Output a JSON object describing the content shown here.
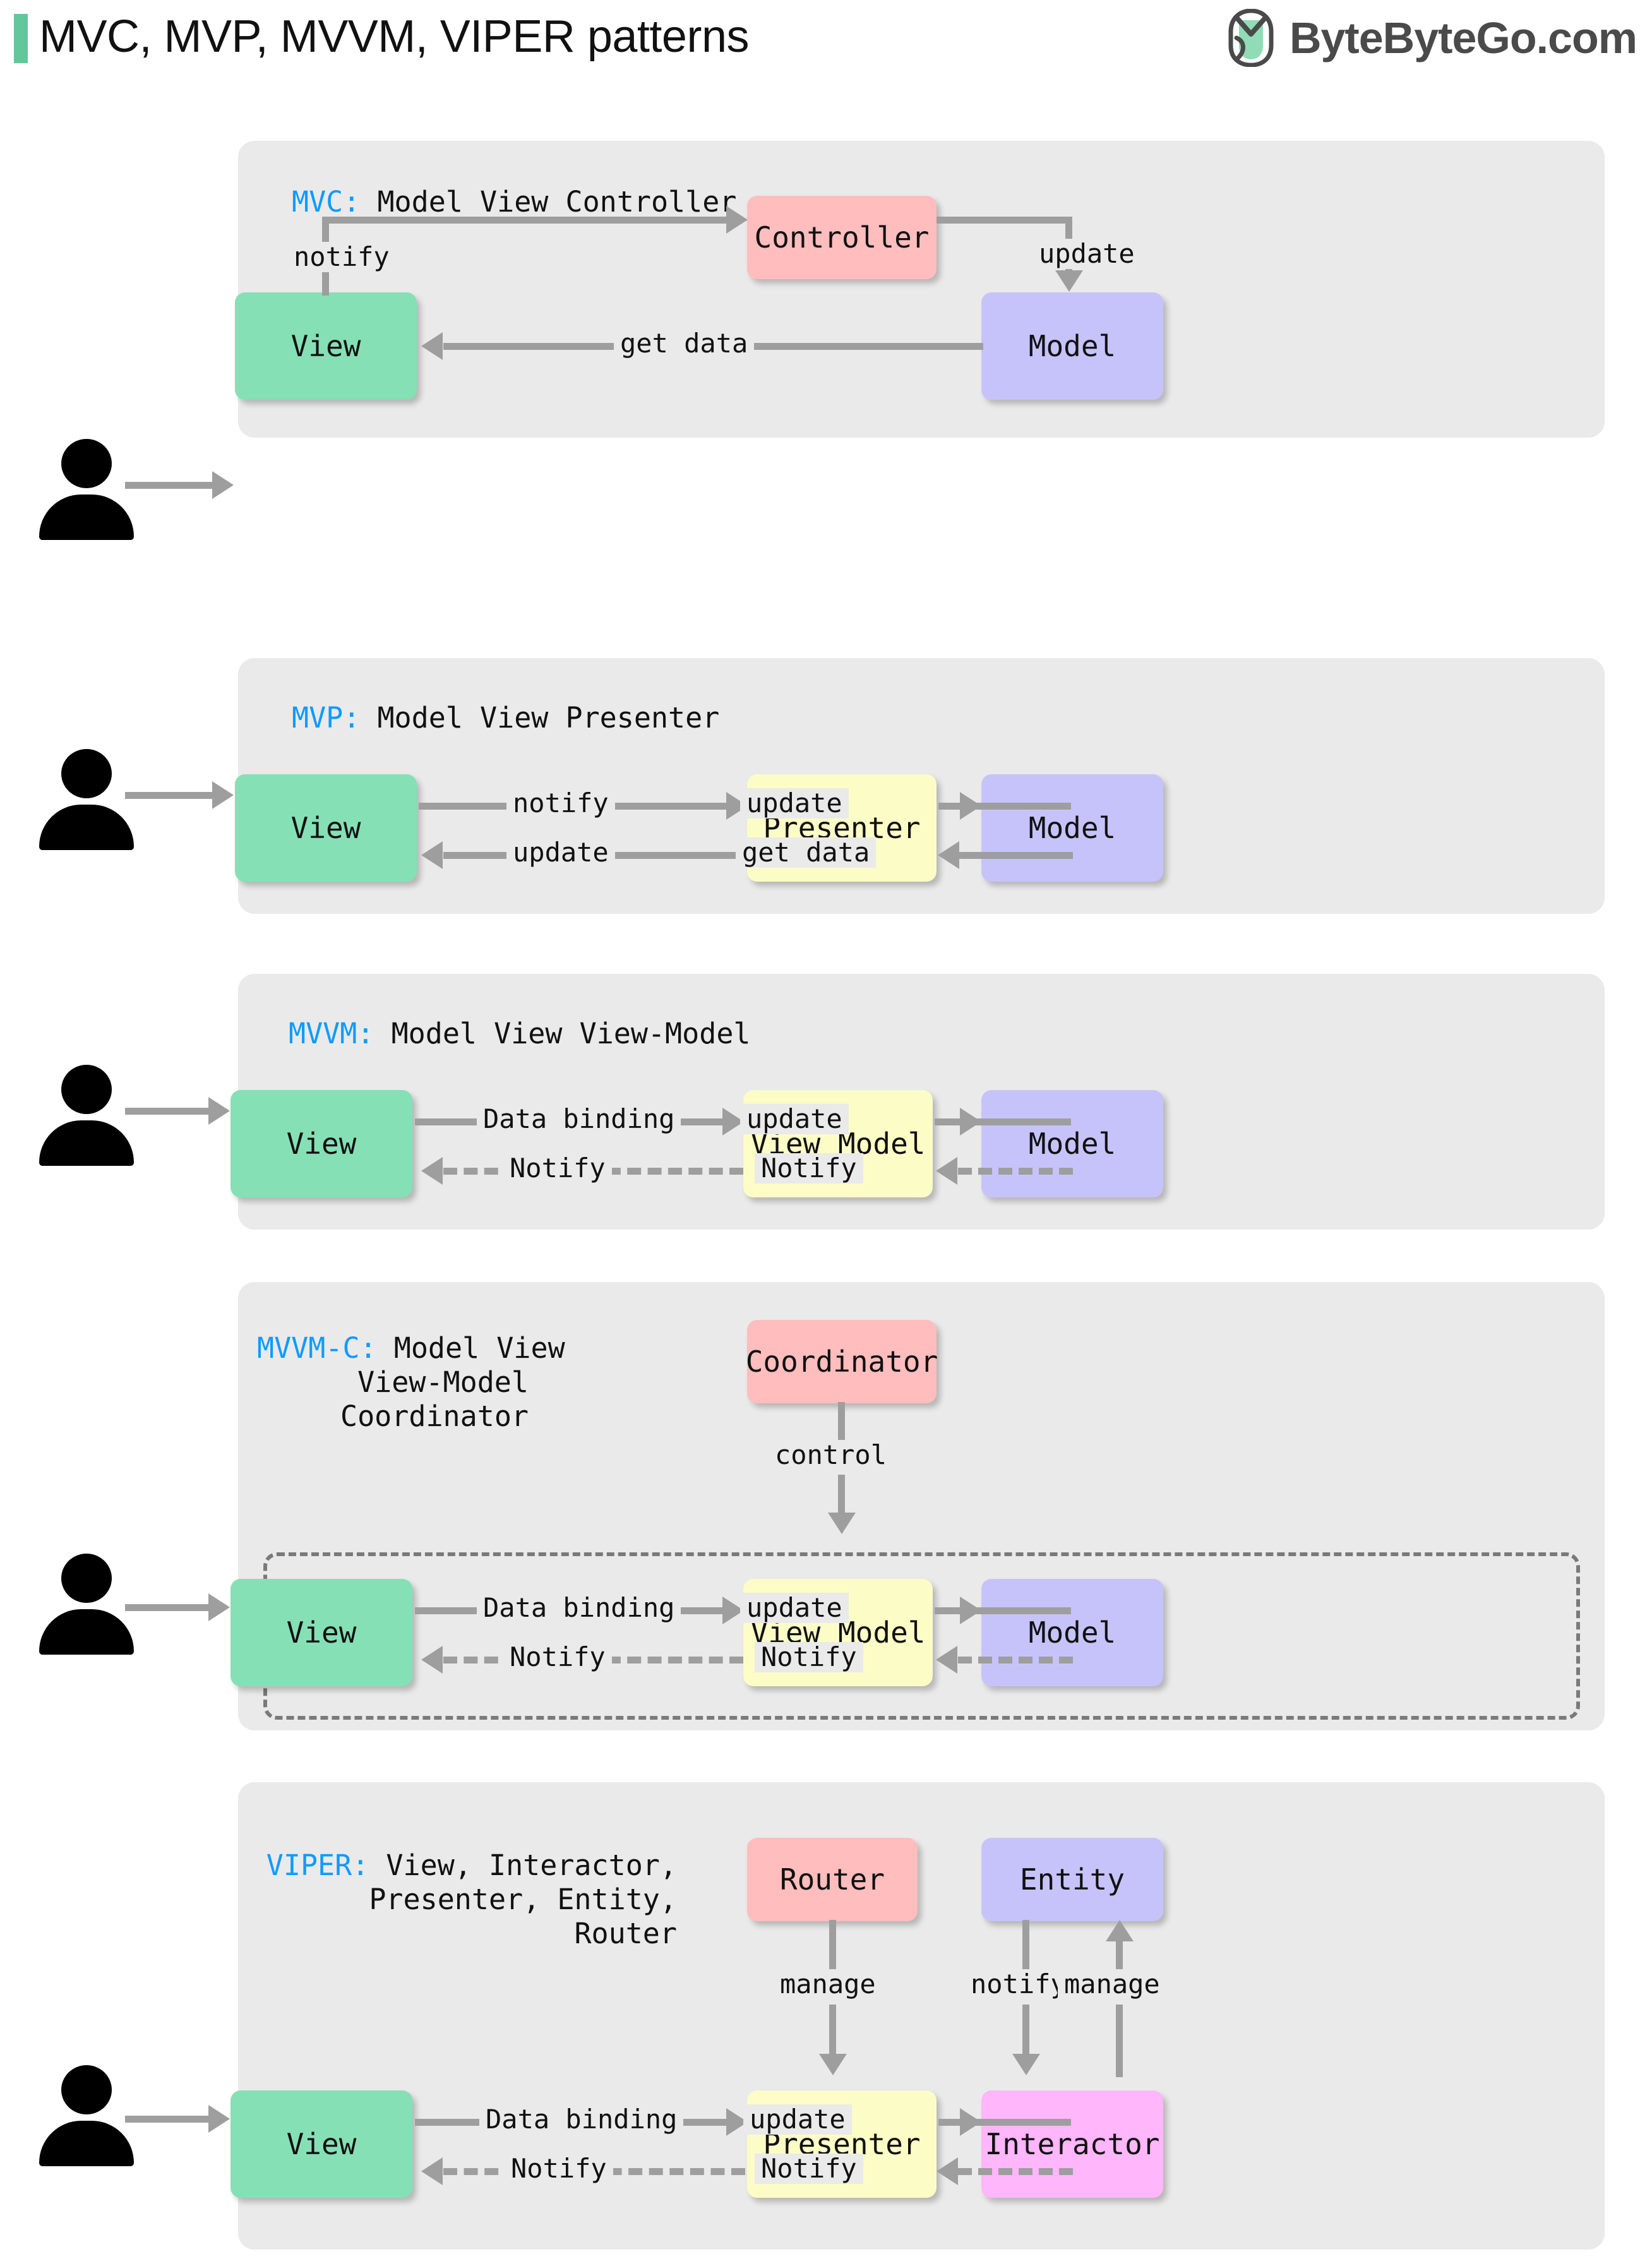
{
  "header": {
    "title": "MVC, MVP, MVVM, VIPER patterns",
    "brand_text": "ByteByteGo.com",
    "brand_icon": "bytebytego-logo-icon",
    "accent_color": "#62c79b"
  },
  "colors": {
    "panel_bg": "#eaeaea",
    "view": "#85e0b6",
    "model": "#c6c3fb",
    "controller": "#ffbdbd",
    "presenter": "#fcfcc6",
    "interactor": "#ffb6fb",
    "edge": "#9e9e9e",
    "key_text": "#0e9bff"
  },
  "sections": [
    {
      "id": "mvc",
      "key": "MVC:",
      "label_lines": [
        "Model View Controller"
      ],
      "nodes": [
        {
          "id": "controller",
          "label": "Controller"
        },
        {
          "id": "view",
          "label": "View"
        },
        {
          "id": "model",
          "label": "Model"
        }
      ],
      "edges": [
        {
          "id": "view-to-controller",
          "label": "notify"
        },
        {
          "id": "controller-to-model",
          "label": "update"
        },
        {
          "id": "model-to-view",
          "label": "get data"
        },
        {
          "id": "user-to-view",
          "label": ""
        }
      ]
    },
    {
      "id": "mvp",
      "key": "MVP:",
      "label_lines": [
        "Model View Presenter"
      ],
      "nodes": [
        {
          "id": "view",
          "label": "View"
        },
        {
          "id": "presenter",
          "label": "Presenter"
        },
        {
          "id": "model",
          "label": "Model"
        }
      ],
      "edges": [
        {
          "id": "view-to-presenter",
          "label": "notify"
        },
        {
          "id": "presenter-to-model",
          "label": "update"
        },
        {
          "id": "presenter-to-view",
          "label": "update"
        },
        {
          "id": "model-to-presenter",
          "label": "get data"
        }
      ]
    },
    {
      "id": "mvvm",
      "key": "MVVM:",
      "label_lines": [
        "Model View View-Model"
      ],
      "nodes": [
        {
          "id": "view",
          "label": "View"
        },
        {
          "id": "view-model",
          "label": "View Model"
        },
        {
          "id": "model",
          "label": "Model"
        }
      ],
      "edges": [
        {
          "id": "view-to-viewmodel",
          "label": "Data binding"
        },
        {
          "id": "viewmodel-to-model",
          "label": "update"
        },
        {
          "id": "viewmodel-to-view",
          "label": "Notify"
        },
        {
          "id": "model-to-viewmodel",
          "label": "Notify"
        }
      ]
    },
    {
      "id": "mvvm-c",
      "key": "MVVM-C:",
      "label_lines": [
        "Model View",
        "View-Model",
        "Coordinator"
      ],
      "nodes": [
        {
          "id": "coordinator",
          "label": "Coordinator"
        },
        {
          "id": "view",
          "label": "View"
        },
        {
          "id": "view-model",
          "label": "View Model"
        },
        {
          "id": "model",
          "label": "Model"
        }
      ],
      "edges": [
        {
          "id": "coordinator-to-group",
          "label": "control"
        },
        {
          "id": "view-to-viewmodel",
          "label": "Data binding"
        },
        {
          "id": "viewmodel-to-model",
          "label": "update"
        },
        {
          "id": "viewmodel-to-view",
          "label": "Notify"
        },
        {
          "id": "model-to-viewmodel",
          "label": "Notify"
        }
      ]
    },
    {
      "id": "viper",
      "key": "VIPER:",
      "label_lines": [
        "View, Interactor,",
        "Presenter, Entity,",
        "Router"
      ],
      "nodes": [
        {
          "id": "router",
          "label": "Router"
        },
        {
          "id": "entity",
          "label": "Entity"
        },
        {
          "id": "view",
          "label": "View"
        },
        {
          "id": "presenter",
          "label": "Presenter"
        },
        {
          "id": "interactor",
          "label": "Interactor"
        }
      ],
      "edges": [
        {
          "id": "router-to-presenter",
          "label": "manage"
        },
        {
          "id": "entity-to-interactor",
          "label": "notify"
        },
        {
          "id": "interactor-to-entity",
          "label": "manage"
        },
        {
          "id": "view-to-presenter",
          "label": "Data binding"
        },
        {
          "id": "presenter-to-interactor",
          "label": "update"
        },
        {
          "id": "presenter-to-view",
          "label": "Notify"
        },
        {
          "id": "interactor-to-presenter",
          "label": "Notify"
        }
      ]
    }
  ]
}
